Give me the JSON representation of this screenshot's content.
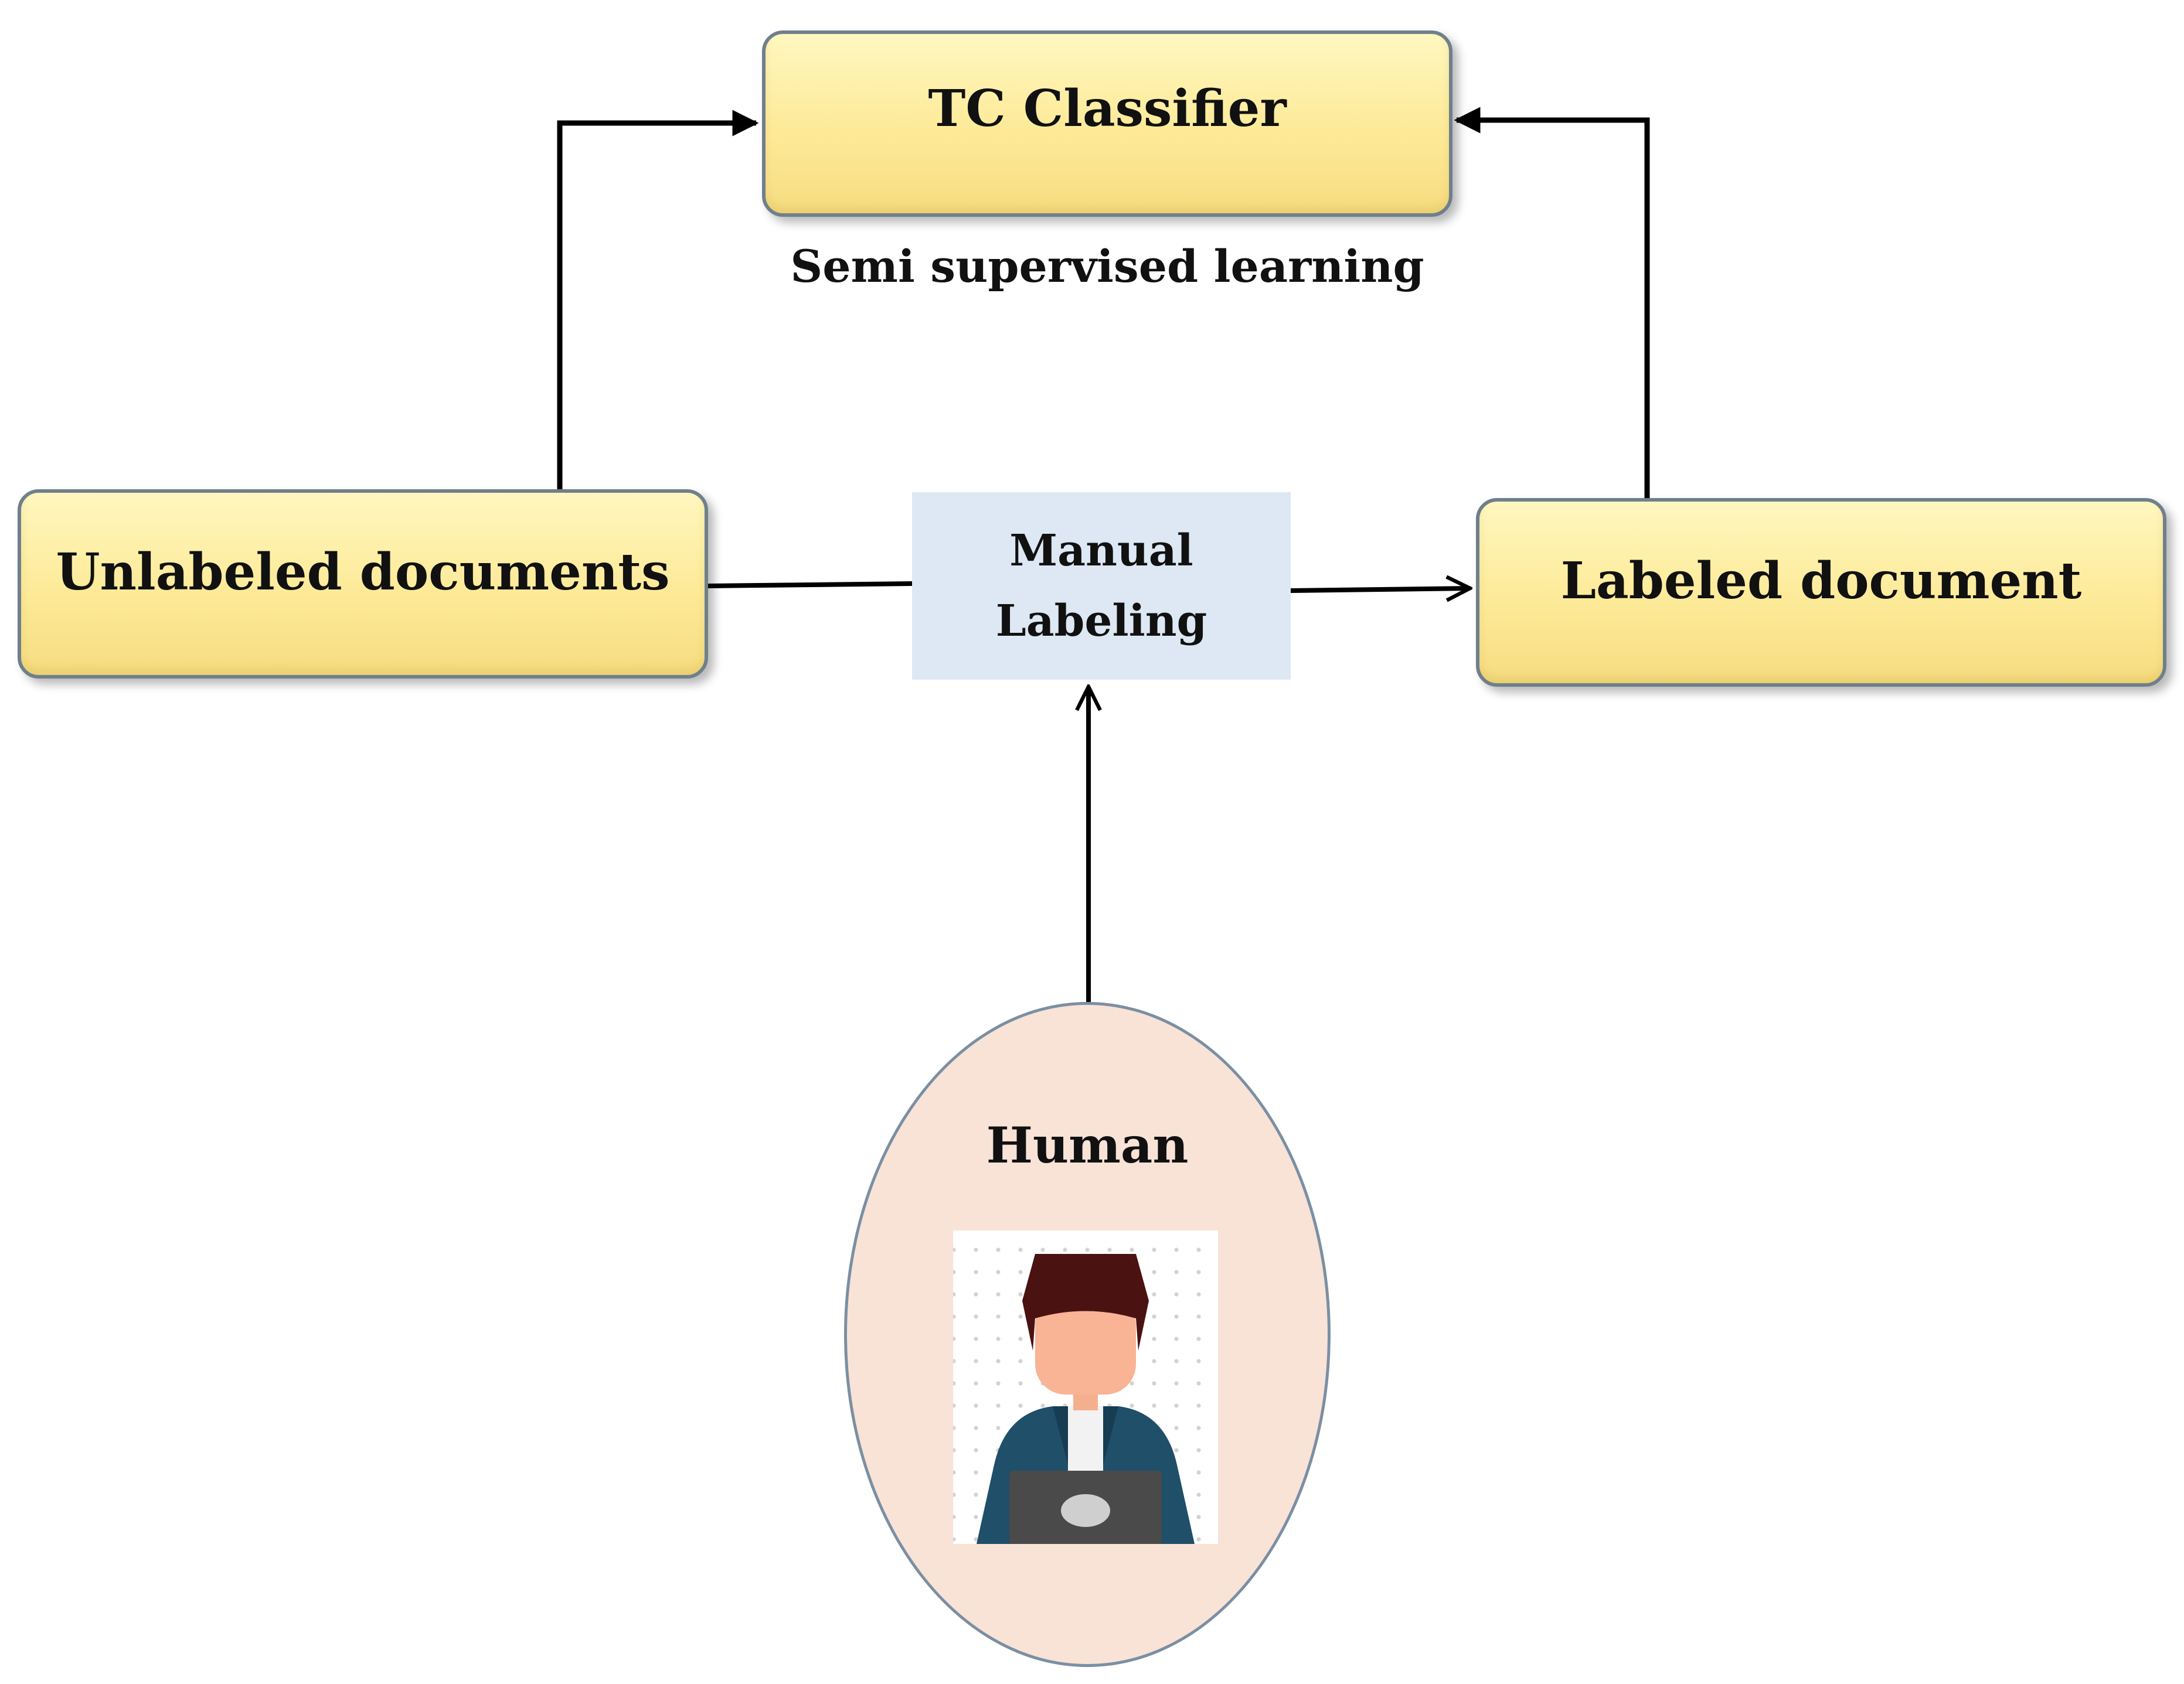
{
  "nodes": {
    "tc_classifier": "TC Classifier",
    "unlabeled_documents": "Unlabeled documents",
    "labeled_document": "Labeled document",
    "manual_labeling": [
      "Manual",
      "Labeling"
    ],
    "human": "Human"
  },
  "edge_labels": {
    "semi_supervised": "Semi supervised learning"
  },
  "colors": {
    "node_fill": "#fdea98",
    "node_border": "#6f7f8c",
    "manual_fill": "#dde8f4",
    "human_fill": "#f9e2d6",
    "arrow": "#000000"
  },
  "icons": {
    "human": "person-at-laptop-icon"
  }
}
